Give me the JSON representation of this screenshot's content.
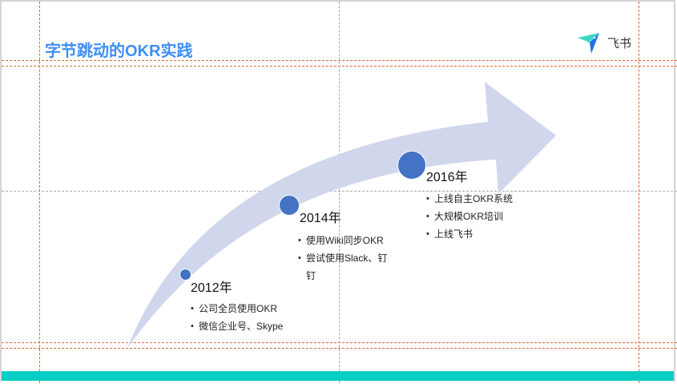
{
  "slide": {
    "title": "字节跳动的OKR实践",
    "title_color": "#3E8EF7",
    "logo": {
      "icon": "feishu-paper-plane-icon",
      "text": "飞书"
    },
    "arrow_color": "#D0D6EC",
    "dot_color": "#4472C4",
    "footer_bar_color": "#06CEC4"
  },
  "timeline": [
    {
      "year": "2012年",
      "items": [
        "公司全员使用OKR",
        "微信企业号、Skype"
      ]
    },
    {
      "year": "2014年",
      "items": [
        "使用Wiki同步OKR",
        "尝试使用Slack、钉钉"
      ]
    },
    {
      "year": "2016年",
      "items": [
        "上线自主OKR系统",
        "大规模OKR培训",
        "上线飞书"
      ]
    }
  ],
  "guides": {
    "orange_color": "#E0672F",
    "gray_color": "#A8A8A8"
  }
}
